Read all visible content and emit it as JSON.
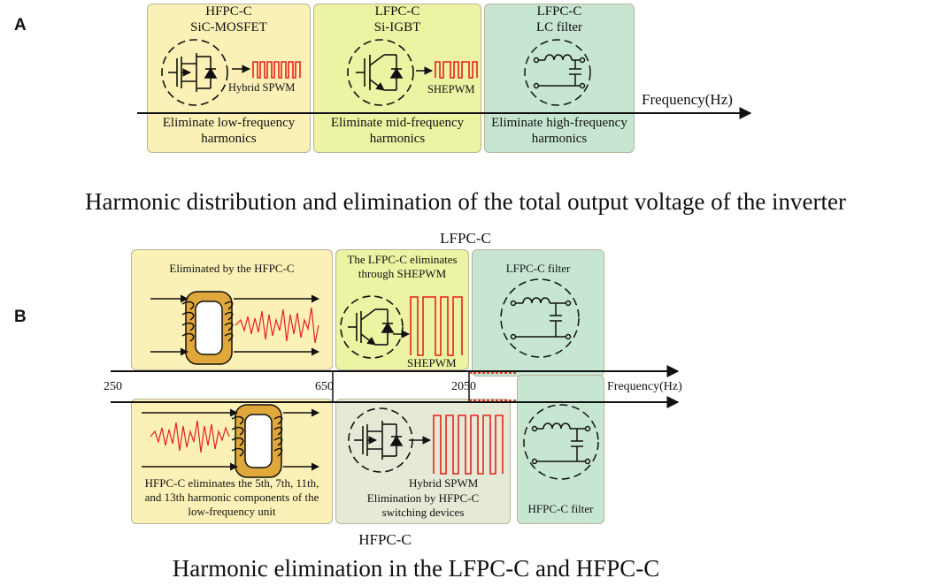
{
  "panel_a": {
    "letter": "A",
    "box1": {
      "title": "HFPC-C",
      "subtitle": "SiC-MOSFET",
      "signal": "Hybrid SPWM",
      "bottom_line1": "Eliminate low-frequency",
      "bottom_line2": "harmonics"
    },
    "box2": {
      "title": "LFPC-C",
      "subtitle": "Si-IGBT",
      "signal": "SHEPWM",
      "bottom_line1": "Eliminate mid-frequency",
      "bottom_line2": "harmonics"
    },
    "box3": {
      "title": "LFPC-C",
      "subtitle": "LC filter",
      "bottom_line1": "Eliminate high-frequency",
      "bottom_line2": "harmonics"
    },
    "axis_label": "Frequency(Hz)",
    "caption": "Harmonic distribution and elimination of the total output voltage of the inverter"
  },
  "panel_b": {
    "letter": "B",
    "top_label": "LFPC-C",
    "bottom_label": "HFPC-C",
    "top_left": {
      "text": "Eliminated by the HFPC-C"
    },
    "top_mid": {
      "line1": "The LFPC-C eliminates",
      "line2": "through SHEPWM",
      "signal": "SHEPWM"
    },
    "top_right": {
      "text": "LFPC-C filter"
    },
    "bottom_left": {
      "line1": "HFPC-C eliminates the 5th, 7th, 11th,",
      "line2": "and 13th harmonic components of the",
      "line3": "low-frequency unit"
    },
    "bottom_mid": {
      "signal": "Hybrid SPWM",
      "line1": "Elimination by HFPC-C",
      "line2": "switching devices"
    },
    "bottom_right": {
      "text": "HFPC-C filter"
    },
    "ticks": [
      "250",
      "650",
      "2050"
    ],
    "axis_label": "Frequency(Hz)",
    "caption": "Harmonic elimination in the LFPC-C and HFPC-C"
  },
  "colors": {
    "yellow": "#fbf1b7",
    "lime": "#ecf3a3",
    "teal": "#c7e6d2",
    "grey": "#e5ead6",
    "signal_red": "#e8201c",
    "transformer_orange": "#e0a83a"
  }
}
